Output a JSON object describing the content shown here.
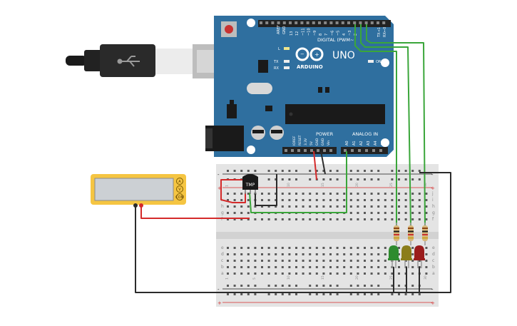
{
  "board": {
    "brand": "ARDUINO",
    "model": "UNO",
    "digital_label": "DIGITAL (PWM~)",
    "power_label": "POWER",
    "analog_label": "ANALOG IN",
    "aref": "AREF",
    "gnd": "GND",
    "on_label": "ON",
    "l_label": "L",
    "tx_label": "TX",
    "rx_label": "RX",
    "tx_pin": "TX→1",
    "rx_pin": "RX←0",
    "digital_pins": [
      "13",
      "12",
      "~11",
      "~10",
      "~9",
      "8",
      "7",
      "~6",
      "~5",
      "4",
      "~3",
      "2"
    ],
    "power_pins": [
      "IOREF",
      "RESET",
      "3.3V",
      "5V",
      "GND",
      "GND",
      "Vin"
    ],
    "analog_pins": [
      "A0",
      "A1",
      "A2",
      "A3",
      "A4",
      "A5"
    ]
  },
  "sensor": {
    "label": "TMP"
  },
  "multimeter": {
    "terminals": [
      "A",
      "V",
      "COM"
    ]
  },
  "breadboard": {
    "column_numbers": [
      "1",
      "5",
      "10",
      "15",
      "20",
      "25",
      "30"
    ],
    "row_letters_top": [
      "a",
      "b",
      "c",
      "d",
      "e"
    ],
    "row_letters_bottom": [
      "f",
      "g",
      "h",
      "i",
      "j"
    ],
    "plus": "+",
    "minus": "-"
  },
  "leds": [
    {
      "name": "green",
      "color": "#2e8b2e"
    },
    {
      "name": "yellow",
      "color": "#8b7d1a"
    },
    {
      "name": "red",
      "color": "#9b1c1c"
    }
  ],
  "colors": {
    "board": "#2f6f9f",
    "wire_green": "#3aa63a",
    "wire_red": "#d42a2a",
    "wire_black": "#2b2b2b",
    "multimeter_body": "#f5c542"
  }
}
